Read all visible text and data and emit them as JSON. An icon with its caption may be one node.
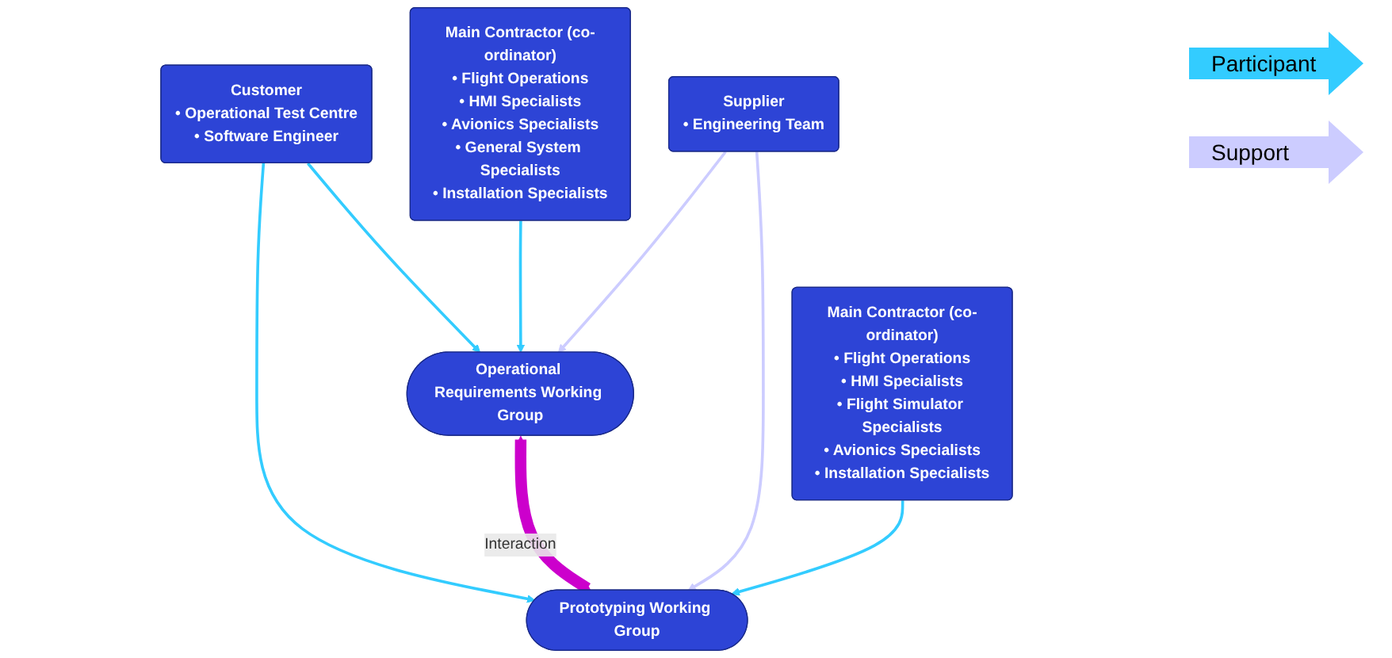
{
  "diagram": {
    "nodes": [
      {
        "text": [
          "Customer",
          "• Operational Test Centre",
          "• Software Engineer"
        ]
      },
      {
        "text": [
          "Operational Requirements Working Group"
        ]
      },
      {
        "text": [
          "Prototyping Working Group"
        ]
      },
      {
        "text": [
          "Main Contractor (co-ordinator)",
          "• Flight Operations",
          "• HMI Specialists",
          "• Avionics Specialists",
          "• General System Specialists",
          "• Installation Specialists"
        ]
      },
      {
        "text": [
          "Supplier",
          "• Engineering Team"
        ]
      },
      {
        "text": [
          "Main Contractor (co-ordinator)",
          "• Flight Operations",
          "• HMI Specialists",
          "• Flight Simulator Specialists",
          "• Avionics Specialists",
          "• Installation Specialists"
        ]
      }
    ],
    "edges": [
      {
        "from": 0,
        "to": 1,
        "arrow": "to"
      },
      {
        "from": 0,
        "to": 2,
        "arrow": "to"
      },
      {
        "from": 1,
        "to": 2,
        "arrow": "both",
        "label": "Interaction",
        "style": "thick",
        "color": "#cc00cc"
      },
      {
        "from": 3,
        "to": 1,
        "arrow": "to"
      },
      {
        "from": 4,
        "to": 1,
        "arrow": "to",
        "color": "#ccccff"
      },
      {
        "from": 4,
        "to": 2,
        "arrow": "to",
        "color": "#ccccff"
      },
      {
        "from": 5,
        "to": 2,
        "arrow": "to"
      }
    ],
    "legend": [
      {
        "text": "Participant",
        "color": "#33ccff"
      },
      {
        "text": "Support",
        "color": "#ccccff"
      }
    ]
  }
}
